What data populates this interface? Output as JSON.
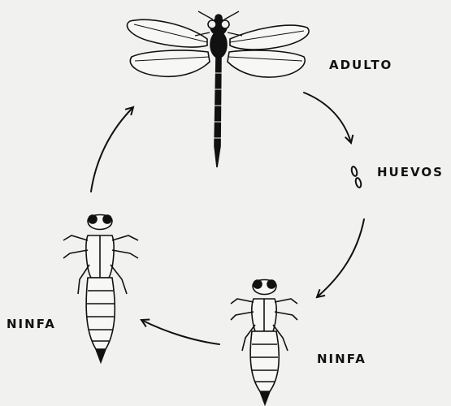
{
  "labels": {
    "adult": "ADULTO",
    "eggs": "HUEVOS",
    "nymph_left": "NINFA",
    "nymph_right": "NINFA"
  },
  "colors": {
    "background": "#f1f1ef",
    "ink": "#111111"
  }
}
